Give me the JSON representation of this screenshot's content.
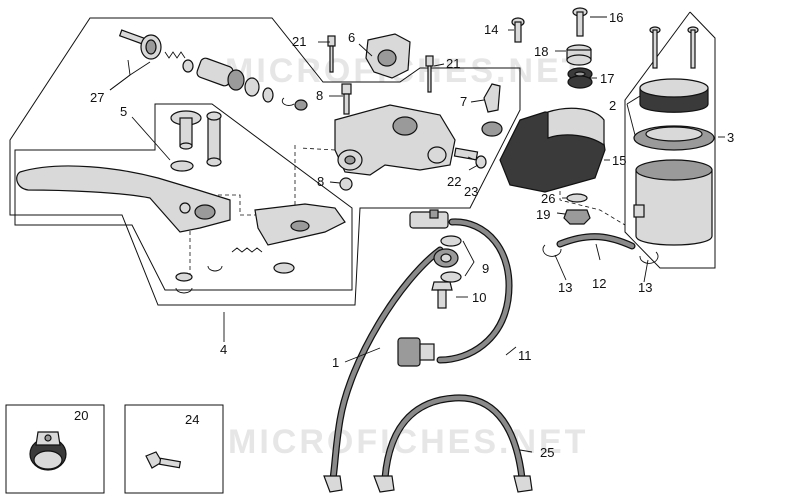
{
  "watermark": "MICROFICHES.NET",
  "callouts": {
    "c1": "1",
    "c2": "2",
    "c3": "3",
    "c4": "4",
    "c5": "5",
    "c6": "6",
    "c7": "7",
    "c8a": "8",
    "c8b": "8",
    "c9": "9",
    "c10": "10",
    "c11": "11",
    "c12": "12",
    "c13a": "13",
    "c13b": "13",
    "c14": "14",
    "c15": "15",
    "c16": "16",
    "c17": "17",
    "c18": "18",
    "c19": "19",
    "c20": "20",
    "c21a": "21",
    "c21b": "21",
    "c22": "22",
    "c23": "23",
    "c24": "24",
    "c25": "25",
    "c26": "26",
    "c27": "27"
  }
}
